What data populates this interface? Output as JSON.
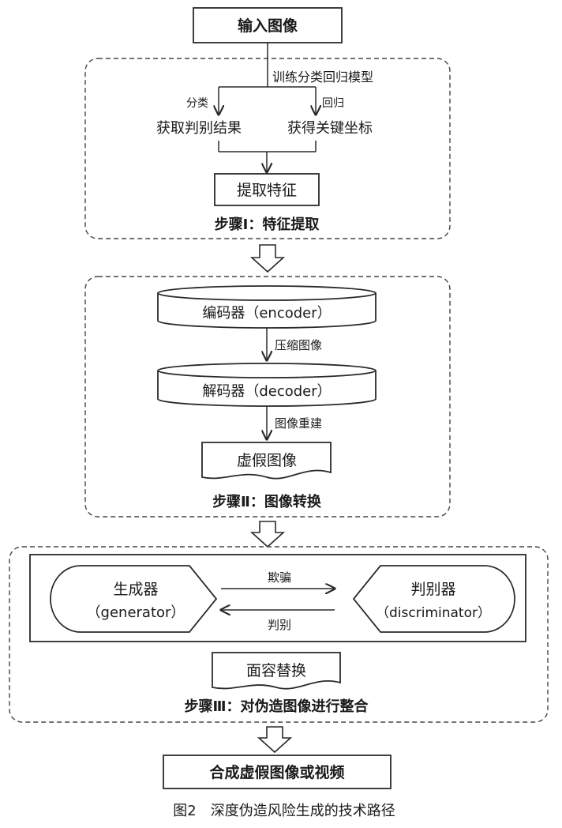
{
  "step1": {
    "input_label": "输入图像",
    "train_label": "训练分类回归模型",
    "classify_label": "分类",
    "regress_label": "回归",
    "result_label": "获取判别结果",
    "keypoints_label": "获得关键坐标",
    "extract_label": "提取特征",
    "title": "步骤Ⅰ：特征提取"
  },
  "step2": {
    "encoder_label": "编码器（encoder）",
    "compress_label": "压缩图像",
    "decoder_label": "解码器（decoder）",
    "rebuild_label": "图像重建",
    "fake_label": "虚假图像",
    "title": "步骤Ⅱ：图像转换"
  },
  "step3": {
    "generator_label": "生成器",
    "generator_en": "（generator）",
    "deceive_label": "欺骗",
    "discriminate_label": "判别",
    "discriminator_label": "判别器",
    "discriminator_en": "（discriminator）",
    "face_swap_label": "面容替换",
    "title": "步骤Ⅲ：对伪造图像进行整合"
  },
  "output_label": "合成虚假图像或视频",
  "caption": "图2　深度伪造风险生成的技术路径"
}
